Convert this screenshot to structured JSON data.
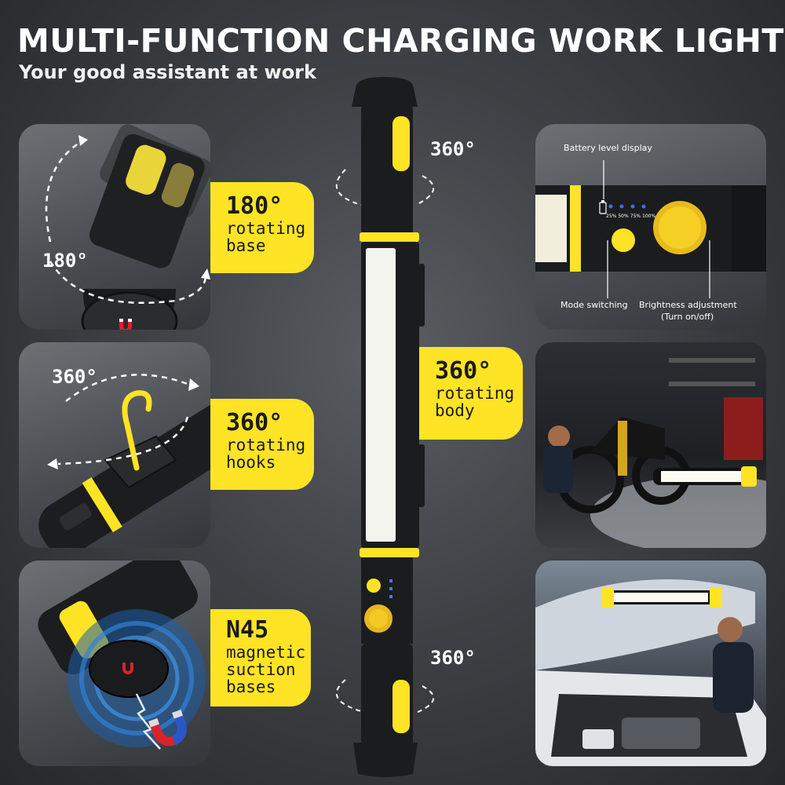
{
  "header": {
    "title": "MULTI-FUNCTION CHARGING WORK LIGHT",
    "subtitle": "Your good assistant at work"
  },
  "features": {
    "base": {
      "angle": "180°",
      "line1": "rotating",
      "line2": "base"
    },
    "hooks": {
      "angle": "360°",
      "line1": "rotating",
      "line2": "hooks"
    },
    "magnet": {
      "big": "N45",
      "line1": "magnetic",
      "line2": "suction",
      "line3": "bases"
    },
    "body": {
      "angle": "360°",
      "line1": "rotating",
      "line2": "body"
    }
  },
  "degree_labels": {
    "base_panel": "180°",
    "hook_panel": "360°",
    "light_top": "360°",
    "light_bottom": "360°"
  },
  "control_panel": {
    "battery_label": "Battery level display",
    "battery_levels": [
      "25%",
      "50%",
      "75%",
      "100%"
    ],
    "mode_label": "Mode switching",
    "brightness_label": "Brightness adjustment",
    "brightness_sub": "(Turn on/off)"
  },
  "colors": {
    "accent_yellow": "#ffe325",
    "light_body": "#1b1c1e",
    "led_white": "#f4f4ee"
  },
  "icons": [
    "magnet-icon",
    "rotate-arrow-icon",
    "hook-icon",
    "battery-icon"
  ]
}
